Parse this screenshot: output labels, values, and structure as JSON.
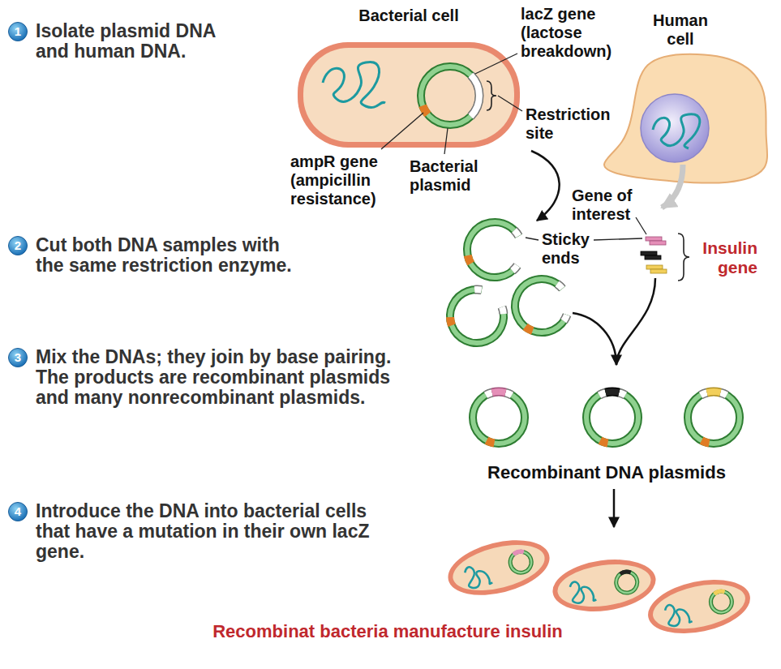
{
  "diagram": {
    "nodes": [
      {
        "text": [
          "1"
        ]
      },
      {
        "text": [
          "Bacterial cell"
        ]
      },
      {
        "text": [
          "Human cell"
        ]
      },
      {
        "text": [
          "2"
        ]
      },
      {
        "text": [
          "3"
        ]
      },
      {
        "text": [
          "4"
        ]
      }
    ],
    "labels": [
      "lacZ gene (lactose breakdown)",
      "Isolate plasmid DNA and human DNA.",
      "Restriction site",
      "ampR gene (ampicillin resistance)",
      "Bacterial plasmid",
      "Gene of interest",
      "Sticky ends",
      "Cut both DNA samples with the same restriction enzyme.",
      "Insulin gene",
      "Mix the DNAs; they join by base pairing. The products are recombinant plasmids and many nonrecombinant plasmids.",
      "Recombinant DNA plasmids",
      "Introduce the DNA into bacterial cells that have a mutation in their own lacZ gene.",
      "Recombinat bacteria manufacture insulin"
    ]
  }
}
